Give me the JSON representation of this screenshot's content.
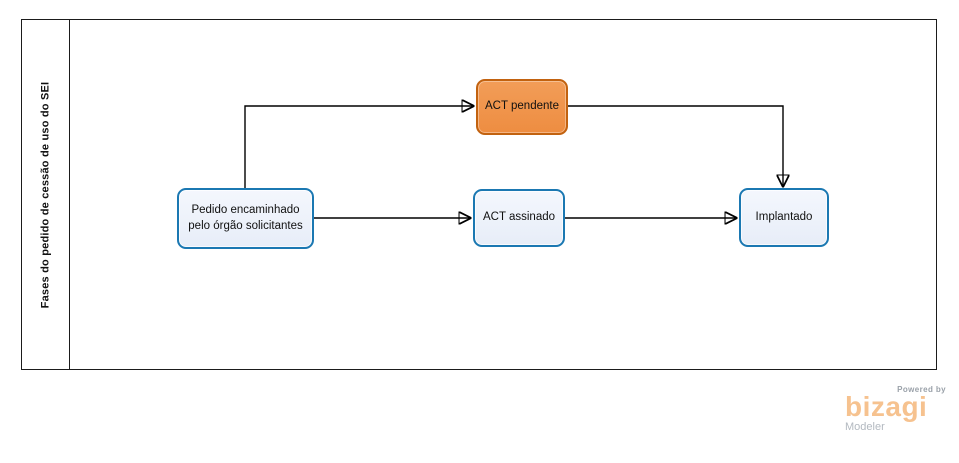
{
  "pool": {
    "label": "Fases do pedido de cessão de uso do SEI"
  },
  "nodes": [
    {
      "id": "pedido-encaminhado",
      "label_line1": "Pedido encaminhado",
      "label_line2": "pelo órgão solicitantes",
      "style": "blue"
    },
    {
      "id": "act-pendente",
      "label": "ACT pendente",
      "style": "orange"
    },
    {
      "id": "act-assinado",
      "label": "ACT assinado",
      "style": "blue"
    },
    {
      "id": "implantado",
      "label": "Implantado",
      "style": "blue"
    }
  ],
  "flows": [
    {
      "from": "pedido-encaminhado",
      "to": "act-pendente"
    },
    {
      "from": "act-pendente",
      "to": "implantado"
    },
    {
      "from": "pedido-encaminhado",
      "to": "act-assinado"
    },
    {
      "from": "act-assinado",
      "to": "implantado"
    }
  ],
  "colors": {
    "blue_node_fill": "#E9EEF9",
    "blue_node_border": "#1B78B2",
    "orange_node_fill": "#F0924B",
    "orange_node_border": "#C2620F",
    "flow_line": "#000000",
    "pool_border": "#1B1B1B",
    "logo_brand": "#F6C28F",
    "logo_gray": "#9AA1A9"
  },
  "logo": {
    "powered_by": "Powered by",
    "brand": "bizagi",
    "product": "Modeler"
  }
}
